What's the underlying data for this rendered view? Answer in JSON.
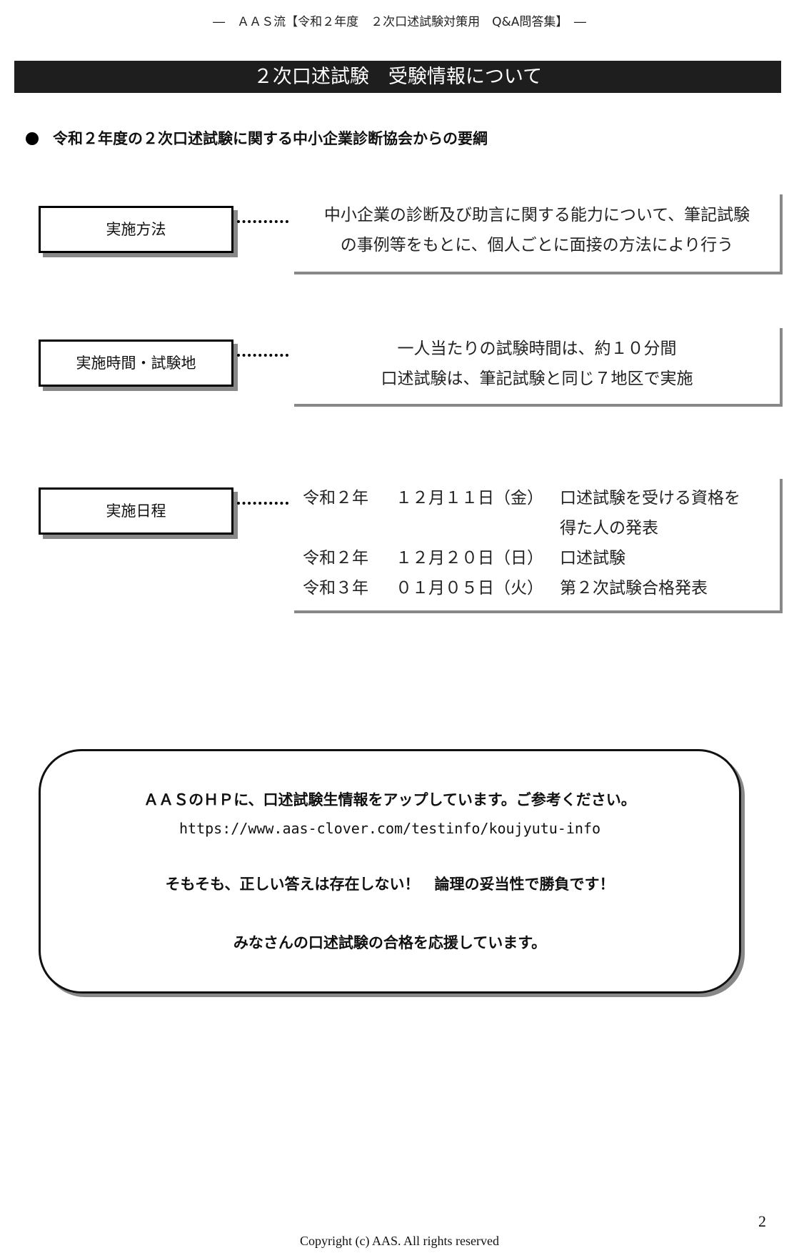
{
  "header": "―　ＡＡＳ流【令和２年度　２次口述試験対策用　Q&A問答集】　―",
  "title": "２次口述試験　受験情報について",
  "section_heading": "令和２年度の２次口述試験に関する中小企業診断協会からの要綱",
  "items": [
    {
      "label": "実施方法",
      "lines": [
        "中小企業の診断及び助言に関する能力について、筆記試験",
        "の事例等をもとに、個人ごとに面接の方法により行う"
      ]
    },
    {
      "label": "実施時間・試験地",
      "lines": [
        "一人当たりの試験時間は、約１０分間",
        "口述試験は、筆記試験と同じ７地区で実施"
      ]
    },
    {
      "label": "実施日程",
      "schedule": [
        {
          "year": "令和２年",
          "date": "１２月１１日（金）",
          "event": "口述試験を受ける資格を",
          "event2": "得た人の発表"
        },
        {
          "year": "令和２年",
          "date": "１２月２０日（日）",
          "event": "口述試験"
        },
        {
          "year": "令和３年",
          "date": "０１月０５日（火）",
          "event": "第２次試験合格発表"
        }
      ]
    }
  ],
  "note": {
    "line1": "ＡＡＳのＨＰに、口述試験生情報をアップしています。ご参考ください。",
    "url": "https://www.aas-clover.com/testinfo/koujyutu-info",
    "line2": "そもそも、正しい答えは存在しない！　論理の妥当性で勝負です！",
    "line3": "みなさんの口述試験の合格を応援しています。"
  },
  "page_number": "2",
  "copyright": "Copyright (c) AAS. All rights reserved"
}
